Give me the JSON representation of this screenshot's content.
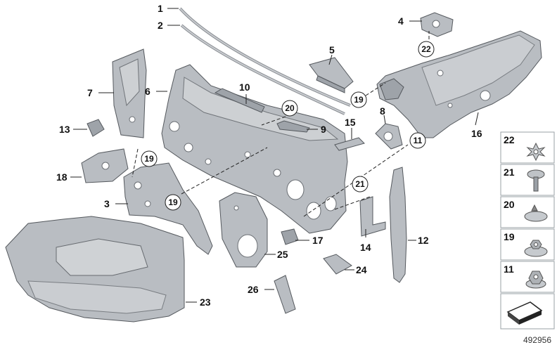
{
  "callouts": {
    "c1": "1",
    "c2": "2",
    "c3": "3",
    "c4": "4",
    "c5": "5",
    "c6": "6",
    "c7": "7",
    "c8": "8",
    "c9": "9",
    "c10": "10",
    "c12": "12",
    "c13": "13",
    "c14": "14",
    "c15": "15",
    "c16": "16",
    "c17": "17",
    "c18": "18",
    "c23": "23",
    "c24": "24",
    "c25": "25",
    "c26": "26"
  },
  "badges": {
    "b22": "22",
    "b19a": "19",
    "b20": "20",
    "b11": "11",
    "b19b": "19",
    "b21": "21",
    "b19c": "19"
  },
  "legend": {
    "items": [
      {
        "num": "22",
        "icon": "star-clip-icon"
      },
      {
        "num": "21",
        "icon": "expanding-rivet-icon"
      },
      {
        "num": "20",
        "icon": "push-clip-icon"
      },
      {
        "num": "19",
        "icon": "hex-nut-washer-icon"
      },
      {
        "num": "11",
        "icon": "hex-nut-flange-icon"
      }
    ]
  },
  "reference_number": "492956"
}
